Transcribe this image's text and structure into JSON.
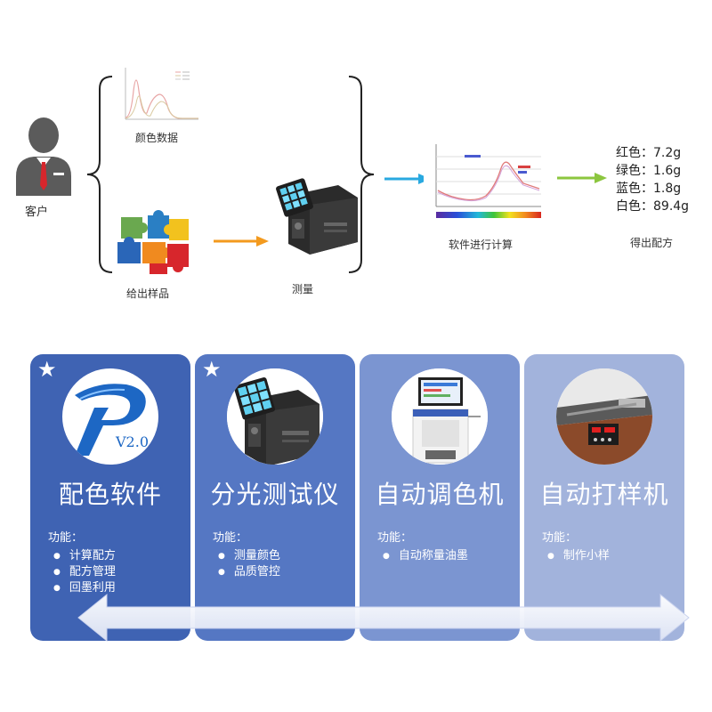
{
  "top": {
    "customer_label": "客户",
    "color_data_label": "颜色数据",
    "sample_label": "给出样品",
    "measure_label": "测量",
    "software_label": "软件进行计算",
    "result_label": "得出配方",
    "recipe": [
      {
        "name": "红色",
        "value": "7.2g"
      },
      {
        "name": "绿色",
        "value": "1.6g"
      },
      {
        "name": "蓝色",
        "value": "1.8g"
      },
      {
        "name": "白色",
        "value": "89.4g"
      }
    ]
  },
  "cards": [
    {
      "title": "配色软件",
      "func_label": "功能：",
      "items": [
        "计算配方",
        "配方管理",
        "回墨利用"
      ],
      "logo_text": "V2.0",
      "color": "#3f63b3"
    },
    {
      "title": "分光测试仪",
      "func_label": "功能：",
      "items": [
        "测量颜色",
        "品质管控"
      ],
      "color": "#5577c3"
    },
    {
      "title": "自动调色机",
      "func_label": "功能：",
      "items": [
        "自动称量油墨"
      ],
      "color": "#7b95d1"
    },
    {
      "title": "自动打样机",
      "func_label": "功能：",
      "items": [
        "制作小样"
      ],
      "color": "#a2b3dc"
    }
  ],
  "colors": {
    "arrow_orange": "#f39a1e",
    "arrow_blue": "#29a9e0",
    "arrow_green": "#8cc63f"
  },
  "icons": [
    "person-icon",
    "puzzle-icon",
    "spectro-device-icon",
    "spectrum-chart-icon",
    "star-icon"
  ]
}
